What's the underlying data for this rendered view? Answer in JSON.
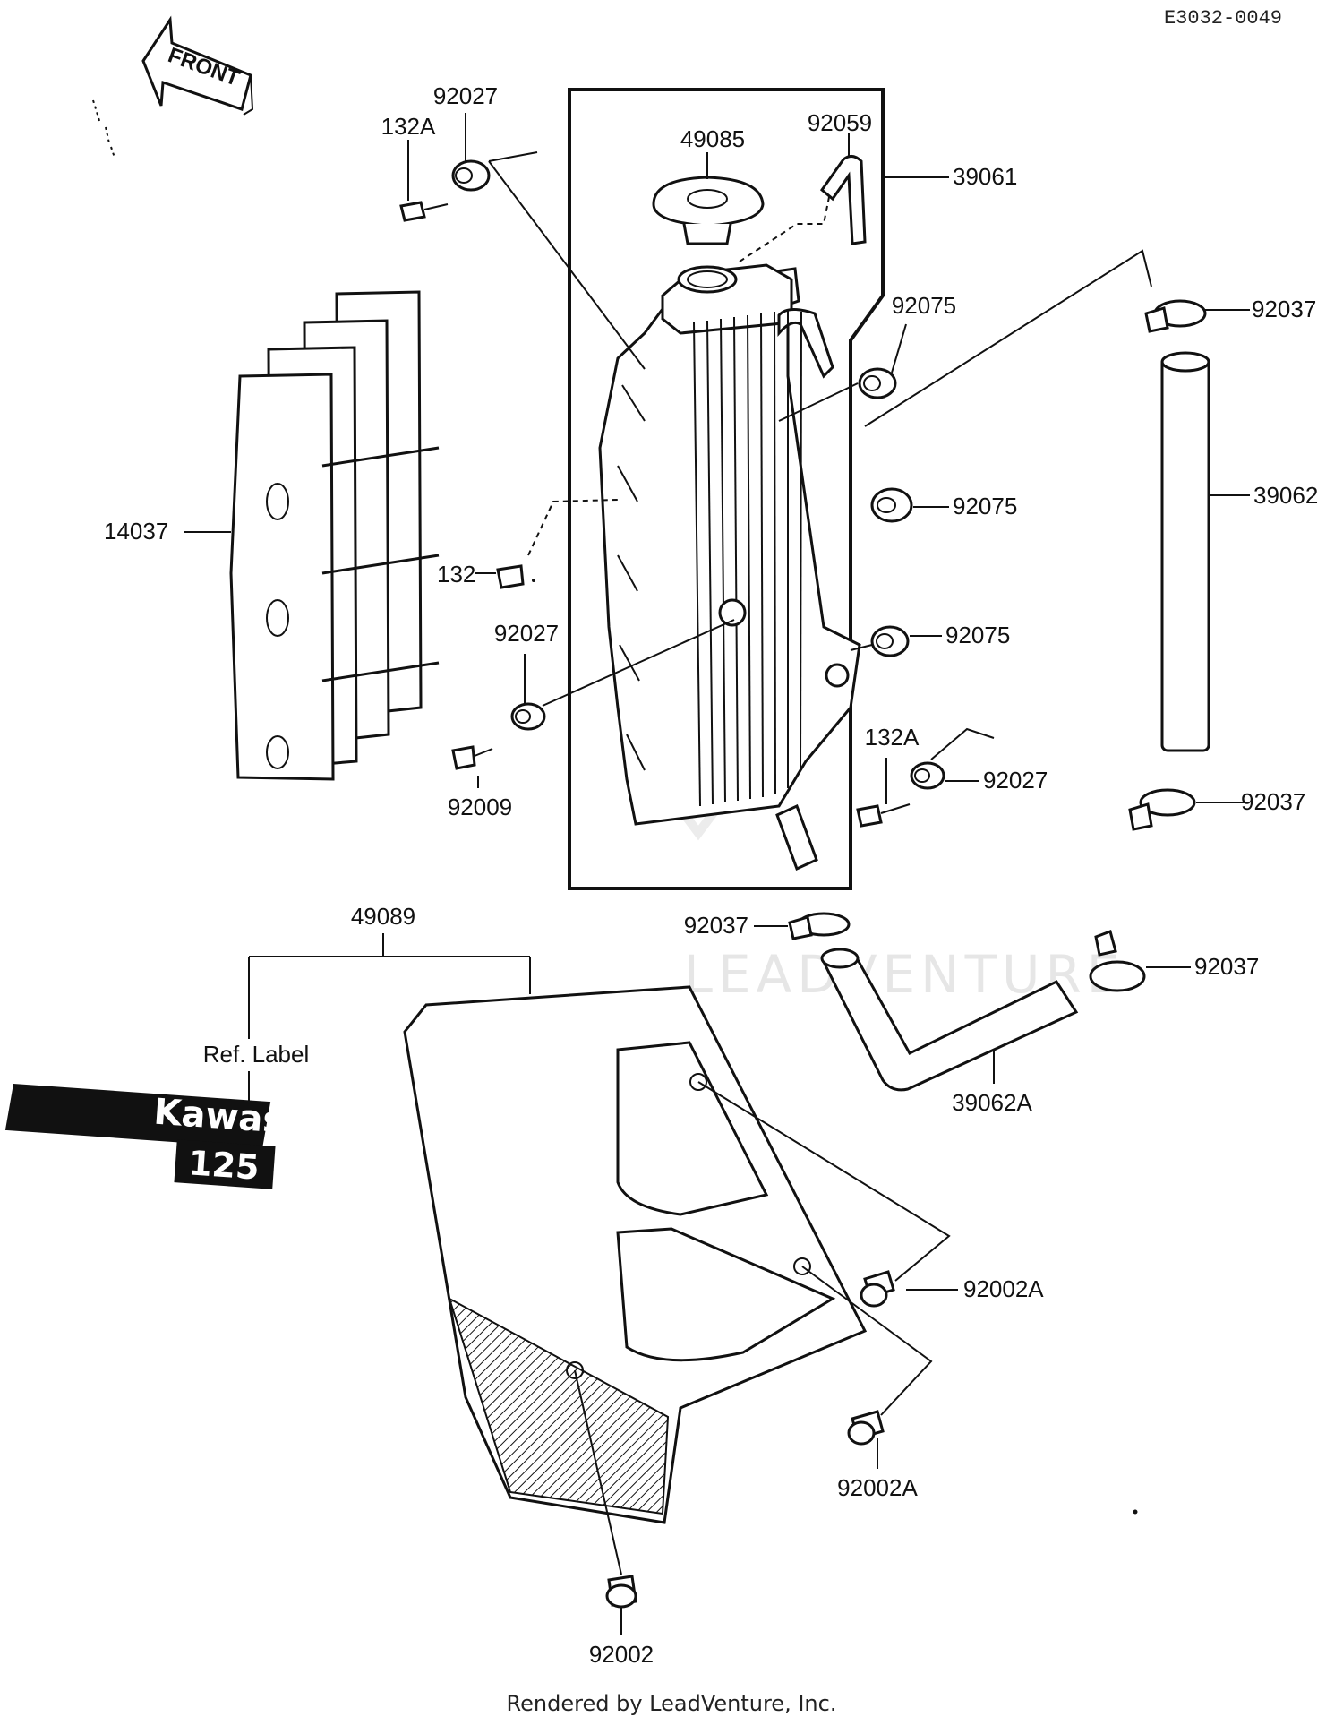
{
  "diagram_code": "E3032-0049",
  "front_label": "FRONT",
  "ref_label": "Ref. Label",
  "decal_brand": "Kawasaki",
  "decal_model": "125",
  "watermark": "LEADVENTURE",
  "footer": "Rendered by LeadVenture, Inc.",
  "callouts": {
    "p92027_top": "92027",
    "p132A_top": "132A",
    "p49085": "49085",
    "p92059": "92059",
    "p39061": "39061",
    "p92037_a": "92037",
    "p92075_a": "92075",
    "p39062": "39062",
    "p92075_b": "92075",
    "p14037": "14037",
    "p132": "132",
    "p92027_mid": "92027",
    "p92075_c": "92075",
    "p132A_mid": "132A",
    "p92027_right": "92027",
    "p92009": "92009",
    "p92037_b": "92037",
    "p49089": "49089",
    "p92037_c": "92037",
    "p92037_d": "92037",
    "p39062A": "39062A",
    "p92002A_a": "92002A",
    "p92002A_b": "92002A",
    "p92002": "92002"
  }
}
